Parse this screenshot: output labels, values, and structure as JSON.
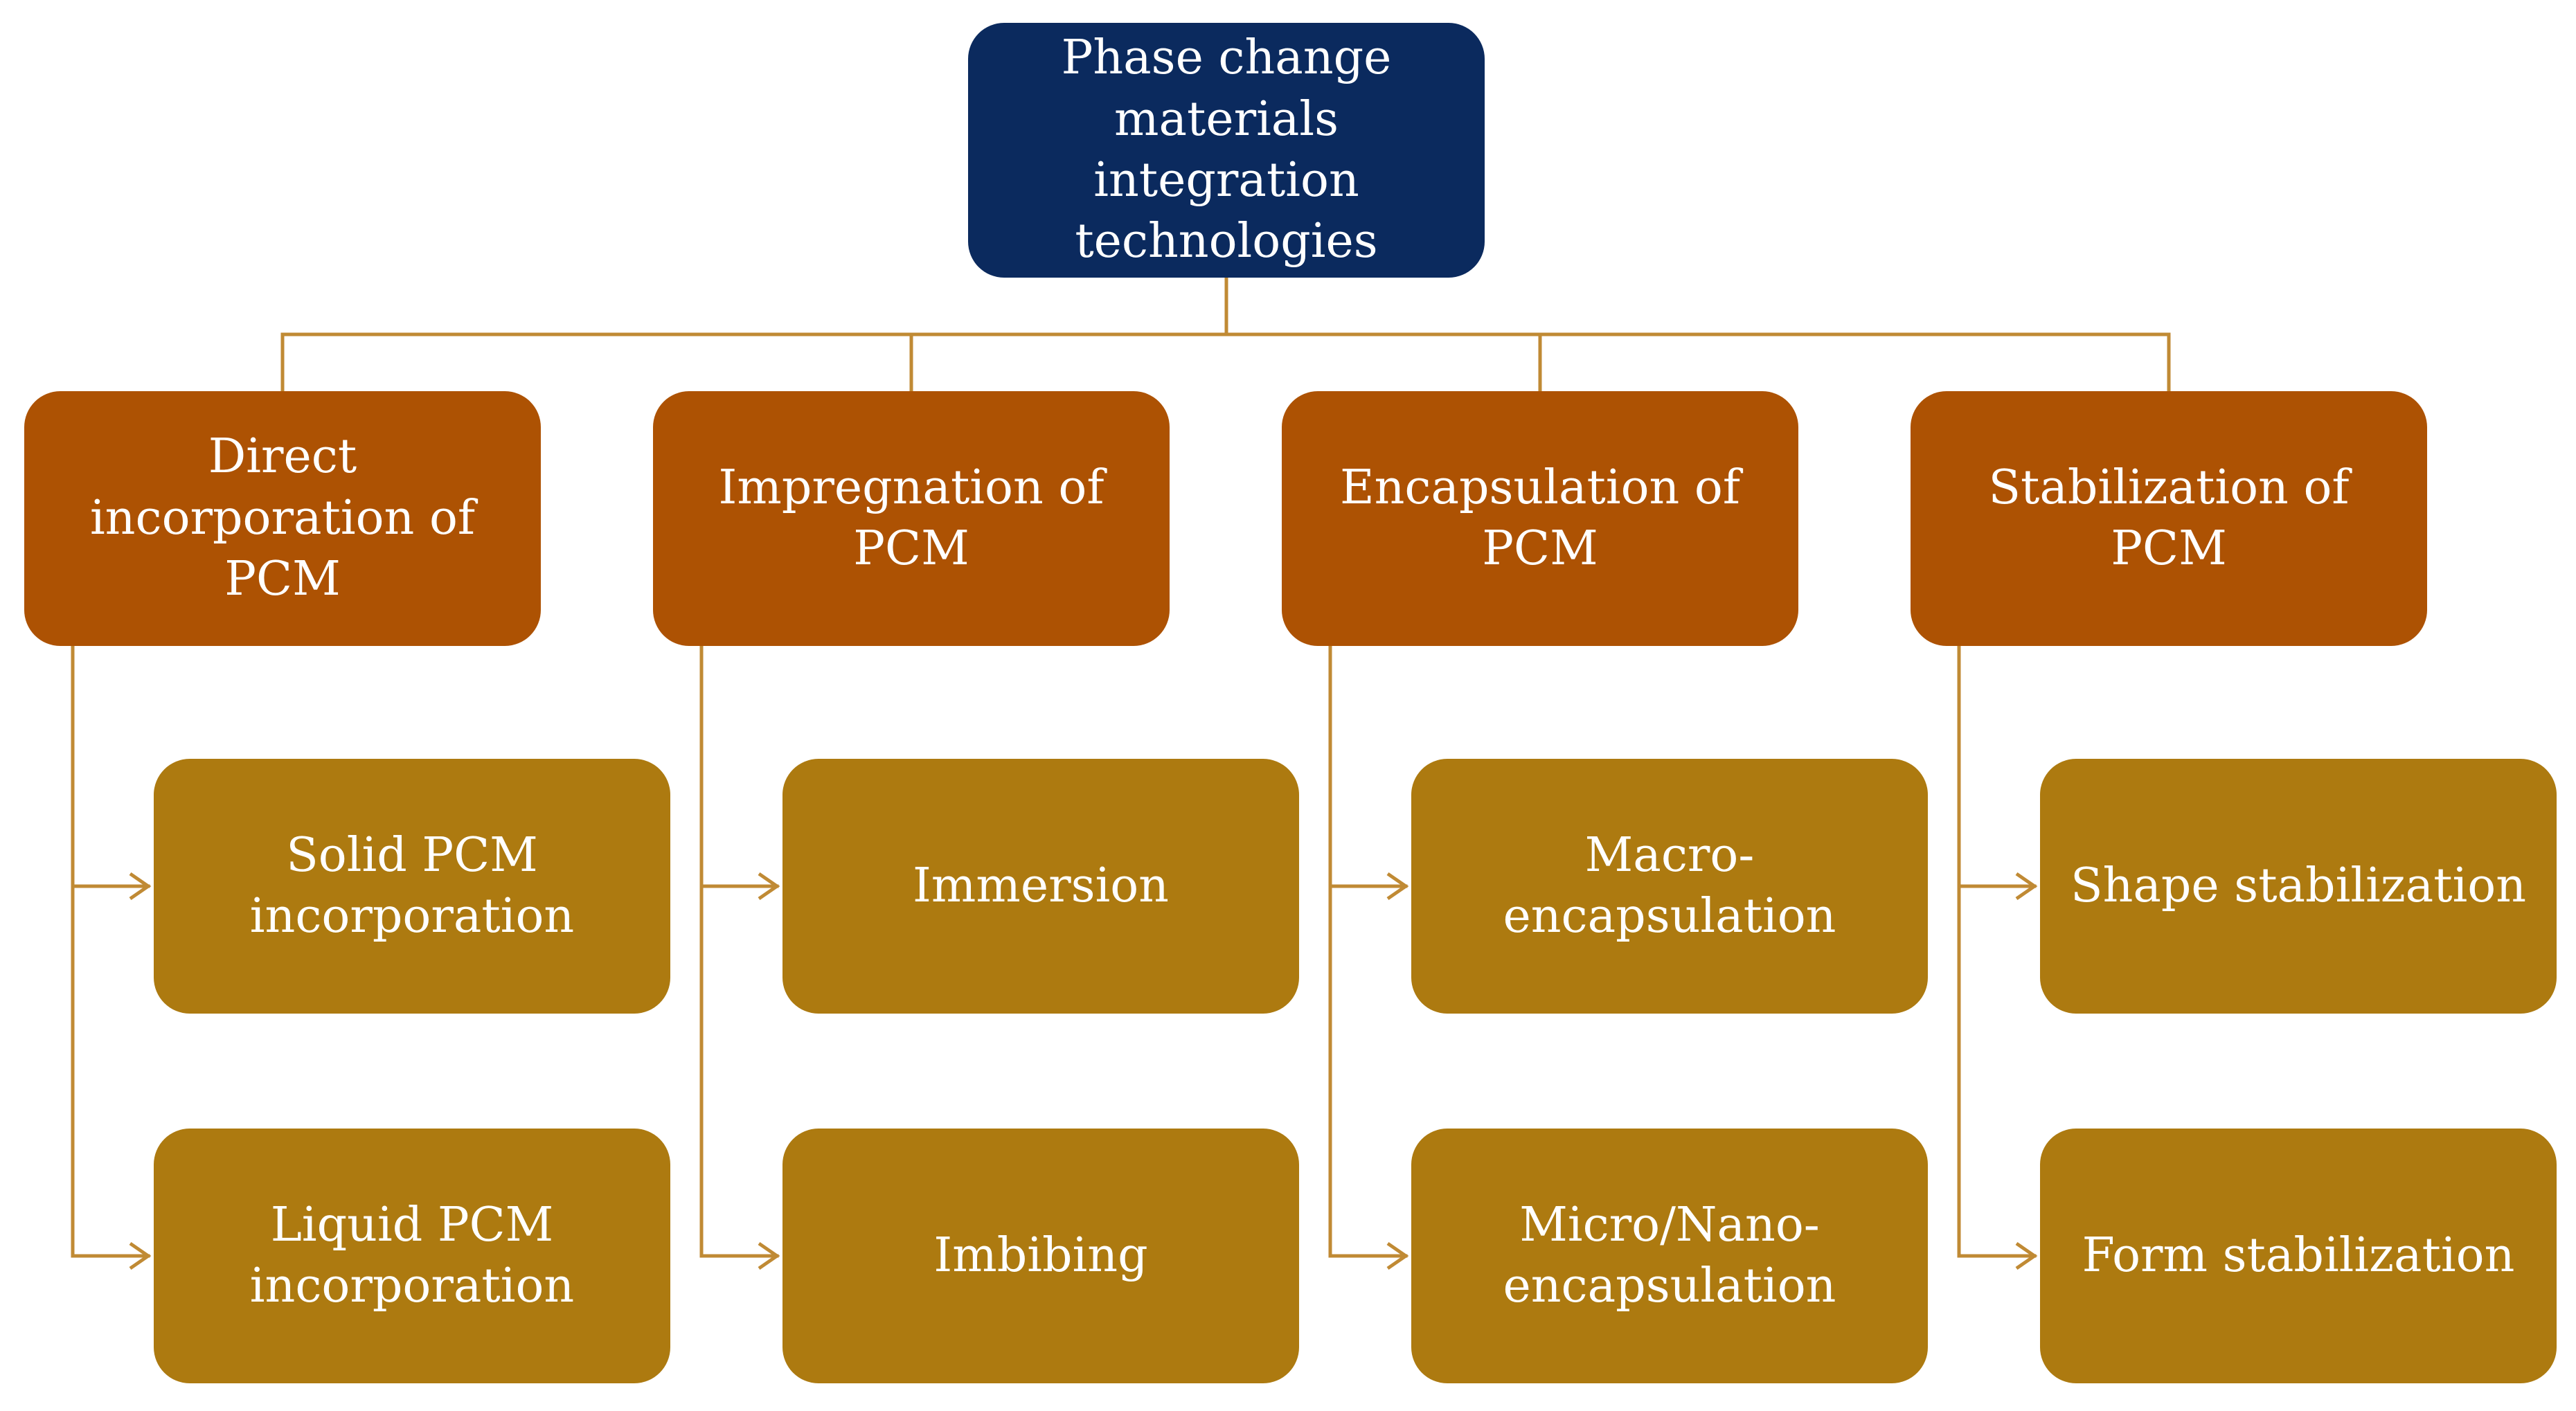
{
  "colors": {
    "root": "#0b2a5e",
    "category": "#ad5203",
    "method": "#ad7a10",
    "connector": "#c08a34"
  },
  "root": {
    "label": "Phase change materials integration technologies"
  },
  "categories": [
    {
      "label": "Direct incorporation of PCM",
      "methods": [
        {
          "label": "Solid PCM incorporation"
        },
        {
          "label": "Liquid PCM incorporation"
        }
      ]
    },
    {
      "label": "Impregnation of PCM",
      "methods": [
        {
          "label": "Immersion"
        },
        {
          "label": "Imbibing"
        }
      ]
    },
    {
      "label": "Encapsulation of PCM",
      "methods": [
        {
          "label": "Macro-encapsulation"
        },
        {
          "label": "Micro/Nano-encapsulation"
        }
      ]
    },
    {
      "label": "Stabilization of PCM",
      "methods": [
        {
          "label": "Shape stabilization"
        },
        {
          "label": "Form stabilization"
        }
      ]
    }
  ]
}
